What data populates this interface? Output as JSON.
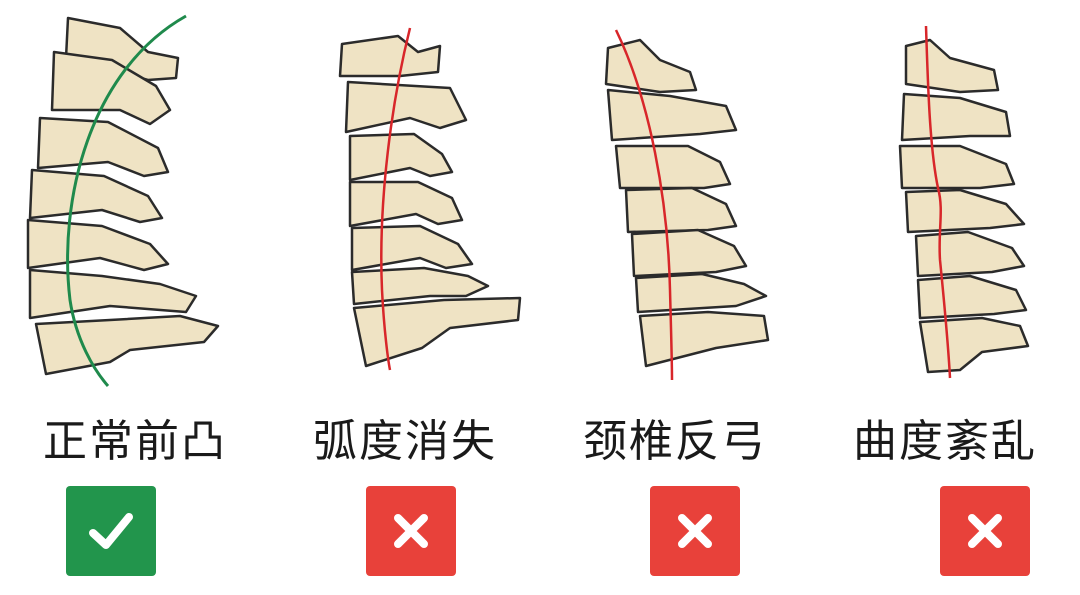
{
  "colors": {
    "bone_fill": "#efe3c4",
    "bone_stroke": "#2b2b2b",
    "normal_line": "#1f8a4c",
    "abnormal_line": "#d8262a",
    "ok_badge": "#22954c",
    "bad_badge": "#e8413a"
  },
  "panels": [
    {
      "label": "正常前凸",
      "status": "correct",
      "status_icon": "check-icon"
    },
    {
      "label": "弧度消失",
      "status": "incorrect",
      "status_icon": "x-icon"
    },
    {
      "label": "颈椎反弓",
      "status": "incorrect",
      "status_icon": "x-icon"
    },
    {
      "label": "曲度紊乱",
      "status": "incorrect",
      "status_icon": "x-icon"
    }
  ]
}
